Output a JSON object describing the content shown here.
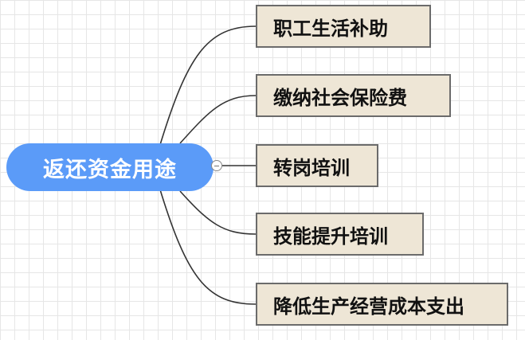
{
  "root": {
    "label": "返还资金用途"
  },
  "branches": [
    {
      "label": "职工生活补助"
    },
    {
      "label": "缴纳社会保险费"
    },
    {
      "label": "转岗培训"
    },
    {
      "label": "技能提升培训"
    },
    {
      "label": "降低生产经营成本支出"
    }
  ],
  "colors": {
    "root_fill": "#5b9bf8",
    "branch_fill": "#eee6d6",
    "branch_border": "#6b6b6b",
    "connector": "#333333"
  }
}
